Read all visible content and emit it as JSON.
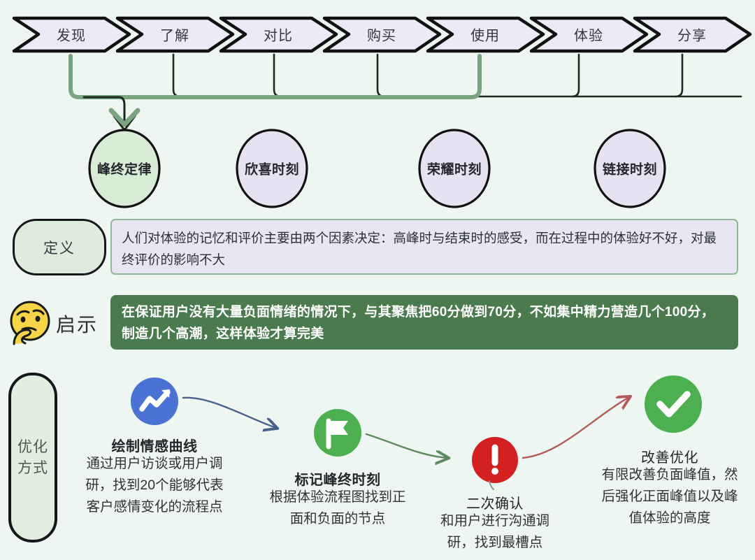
{
  "colors": {
    "background": "#eef6f1",
    "chevron_fill": "#eceaf7",
    "chevron_stroke": "#111111",
    "ellipse_lavender": "#e6e2f2",
    "ellipse_green": "#d8ecd5",
    "definition_pill_fill": "#ddecdd",
    "definition_box_fill": "#e9e6f3",
    "definition_box_border": "#8fb99a",
    "insight_box_fill": "#4b7a4e",
    "insight_text": "#ffffff",
    "optimization_pill_fill": "#e0efe0",
    "accent_green_line": "#7aa37f",
    "accent_dark_line": "#1b2a1d",
    "icon_blue": "#4a72d4",
    "icon_green": "#4caf50",
    "icon_red": "#d32020",
    "arrow_blue": "#49608f",
    "arrow_green": "#5e8a5f",
    "arrow_red": "#b35a5a"
  },
  "journey": {
    "name": "customer-journey-chevrons",
    "steps": [
      {
        "label": "发现",
        "highlight": true
      },
      {
        "label": "了解",
        "highlight": false
      },
      {
        "label": "对比",
        "highlight": false
      },
      {
        "label": "购买",
        "highlight": false
      },
      {
        "label": "使用",
        "highlight": true
      },
      {
        "label": "体验",
        "highlight": false
      },
      {
        "label": "分享",
        "highlight": false
      }
    ]
  },
  "moments": {
    "name": "peak-moment-ellipses",
    "items": [
      {
        "label": "峰终定律",
        "variant": "green",
        "targeted": true
      },
      {
        "label": "欣喜时刻",
        "variant": "lavender",
        "targeted": false
      },
      {
        "label": "荣耀时刻",
        "variant": "lavender",
        "targeted": false
      },
      {
        "label": "链接时刻",
        "variant": "lavender",
        "targeted": false
      }
    ]
  },
  "definition": {
    "label": "定义",
    "text": "人们对体验的记忆和评价主要由两个因素决定：高峰时与结束时的感受，而在过程中的体验好不好，对最终评价的影响不大"
  },
  "insight": {
    "icon": "thinking-face-emoji",
    "label": "启示",
    "text": "在保证用户没有大量负面情绪的情况下，与其聚焦把60分做到70分，不如集中精力营造几个100分，制造几个高潮，这样体验才算完美"
  },
  "optimization": {
    "label": "优化\n方式",
    "label_line1": "优化",
    "label_line2": "方式",
    "steps": [
      {
        "icon": "trending-up-icon",
        "icon_color": "#4a72d4",
        "title": "绘制情感曲线",
        "title_bold": true,
        "body": "通过用户访谈或用户调\n研，找到20个能够代表\n客户感情变化的流程点"
      },
      {
        "icon": "flag-icon",
        "icon_color": "#4caf50",
        "title": "标记峰终时刻",
        "title_bold": true,
        "body": "根据体验流程图找到正\n面和负面的节点"
      },
      {
        "icon": "exclamation-icon",
        "icon_color": "#d32020",
        "title": "二次确认",
        "title_bold": false,
        "body": "和用户进行沟通调\n研，找到最槽点"
      },
      {
        "icon": "check-circle-icon",
        "icon_color": "#4caf50",
        "title": "改善优化",
        "title_bold": false,
        "body": "有限改善负面峰值，然\n后强化正面峰值以及峰\n值体验的高度"
      }
    ]
  }
}
